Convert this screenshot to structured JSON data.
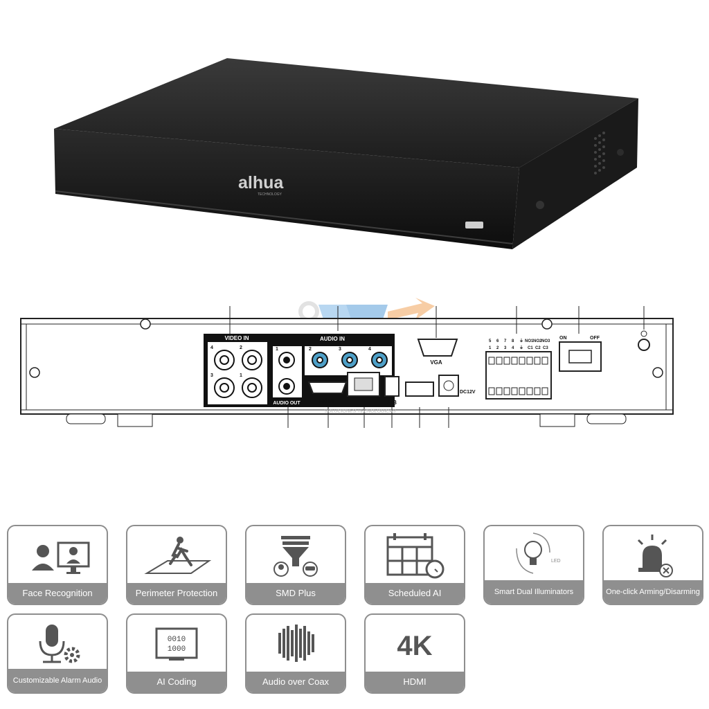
{
  "product": {
    "brand": "alhua",
    "brand_sub": "TECHNOLOGY"
  },
  "rear_panel": {
    "video_in": "VIDEO IN",
    "video_in_ports": [
      "4",
      "2",
      "3",
      "1"
    ],
    "audio_in": "AUDIO IN",
    "audio_in_ports": [
      "1",
      "2",
      "3",
      "4"
    ],
    "audio_out": "AUDIO OUT",
    "vga": "VGA",
    "hdmi": "HDMI",
    "ab": "A/B",
    "dc": "DC12V",
    "alarm_top": [
      "5",
      "6",
      "7",
      "8",
      "⏚",
      "NO1",
      "NO2",
      "NO3"
    ],
    "alarm_bottom": [
      "1",
      "2",
      "3",
      "4",
      "⏚",
      "C1",
      "C2",
      "C3"
    ],
    "switch_on": "ON",
    "switch_off": "OFF",
    "watermark": "SOLUCIONES TECNOLÓGICAS"
  },
  "features": [
    {
      "label": "Face Recognition",
      "icon": "face-recognition-icon"
    },
    {
      "label": "Perimeter Protection",
      "icon": "perimeter-protection-icon"
    },
    {
      "label": "SMD Plus",
      "icon": "smd-plus-icon"
    },
    {
      "label": "Scheduled AI",
      "icon": "scheduled-ai-icon"
    },
    {
      "label": "Smart Dual Illuminators",
      "icon": "smart-dual-illuminators-icon"
    },
    {
      "label": "One-click Arming/Disarming",
      "icon": "one-click-arming-icon"
    },
    {
      "label": "Customizable Alarm Audio",
      "icon": "alarm-audio-icon"
    },
    {
      "label": "AI Coding",
      "icon": "ai-coding-icon"
    },
    {
      "label": "Audio over Coax",
      "icon": "audio-over-coax-icon"
    },
    {
      "label": "HDMI",
      "icon": "hdmi-4k-icon",
      "icon_text": "4K"
    }
  ],
  "ai_coding_digits": [
    "0010",
    "1000"
  ],
  "led_label": "LED"
}
